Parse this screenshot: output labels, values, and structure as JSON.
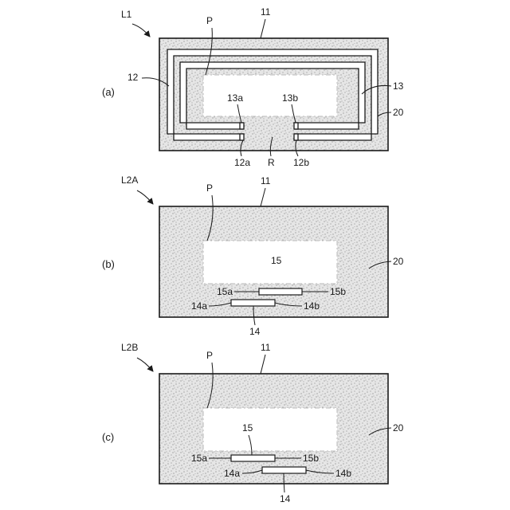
{
  "panels": {
    "a": {
      "panel_label": "(a)",
      "component": "L1",
      "labels": {
        "body": "11",
        "outer_coil": "12",
        "inner_coil": "13",
        "magnetic_part": "20",
        "region_p": "P",
        "gap_r": "R",
        "end_13a": "13a",
        "end_13b": "13b",
        "end_12a": "12a",
        "end_12b": "12b"
      }
    },
    "b": {
      "panel_label": "(b)",
      "component": "L2A",
      "labels": {
        "body": "11",
        "region_p": "P",
        "magnetic_part": "20",
        "conductor_15": "15",
        "end_15a": "15a",
        "end_15b": "15b",
        "end_14a": "14a",
        "end_14b": "14b",
        "conductor_14": "14"
      }
    },
    "c": {
      "panel_label": "(c)",
      "component": "L2B",
      "labels": {
        "body": "11",
        "region_p": "P",
        "magnetic_part": "20",
        "conductor_15": "15",
        "end_15a": "15a",
        "end_15b": "15b",
        "end_14a": "14a",
        "end_14b": "14b",
        "conductor_14": "14"
      }
    }
  }
}
